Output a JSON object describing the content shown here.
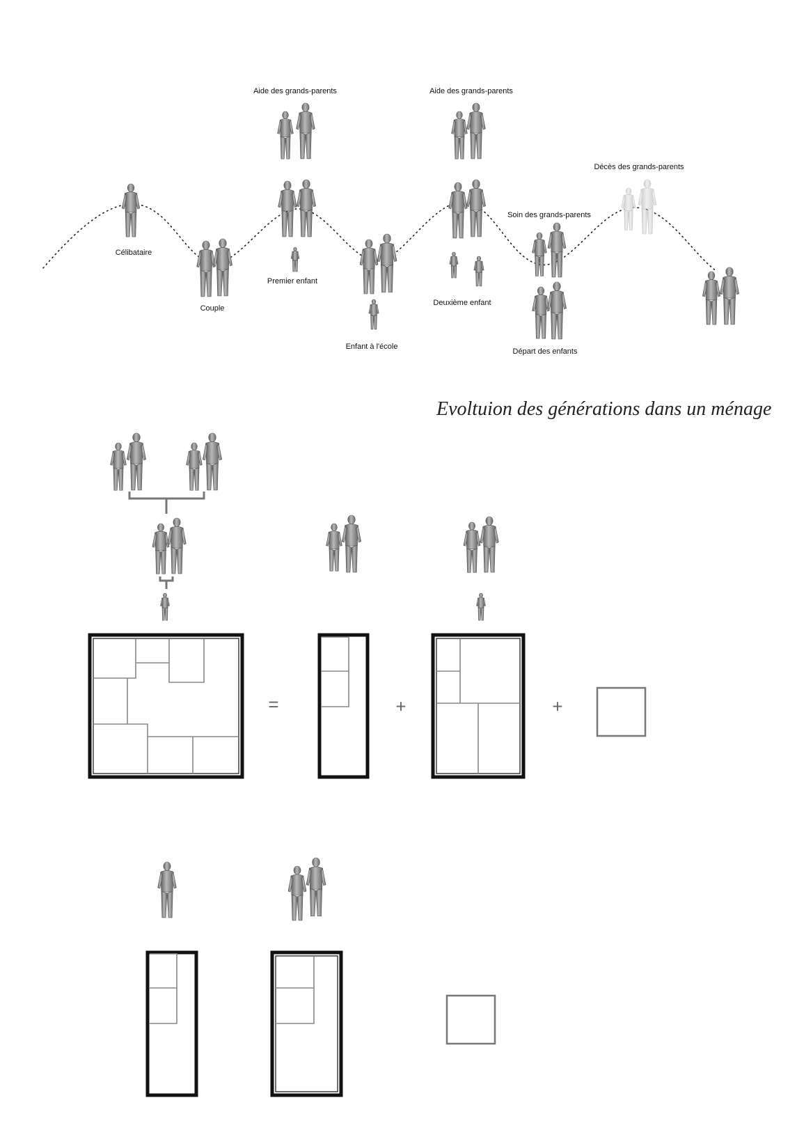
{
  "timeline": {
    "labels": {
      "celibataire": "Célibataire",
      "couple": "Couple",
      "premier_enfant": "Premier enfant",
      "enfant_ecole": "Enfant à l'école",
      "deuxieme_enfant": "Deuxième enfant",
      "depart_enfants": "Départ des enfants",
      "aide_gp_1": "Aide des grands-parents",
      "aide_gp_2": "Aide des grands-parents",
      "soin_gp": "Soin des grands-parents",
      "deces_gp": "Décès des grands-parents"
    }
  },
  "caption": "Evoltuion des générations dans un ménage",
  "plans": {
    "equals_sign": "=",
    "plus_sign_1": "+",
    "plus_sign_2": "+"
  },
  "colors": {
    "figure": "#8a8a8a",
    "figure_faded": "#d9d9d9",
    "wall_thick": "#111111",
    "wall_thin": "#888888"
  }
}
